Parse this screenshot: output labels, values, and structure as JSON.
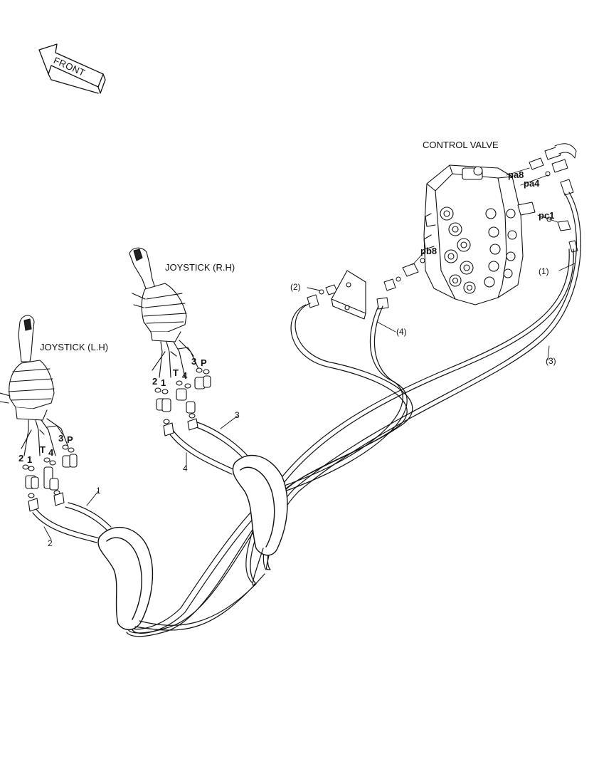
{
  "front_arrow": {
    "label": "FRONT"
  },
  "titles": {
    "control_valve": "CONTROL VALVE",
    "joystick_rh": "JOYSTICK (R.H)",
    "joystick_lh": "JOYSTICK (L.H)"
  },
  "ports": [
    "pa8",
    "pa4",
    "pc1",
    "pb8"
  ],
  "hose_callouts_valve": [
    "(1)",
    "(2)",
    "(3)",
    "(4)"
  ],
  "hose_callouts_joystick": [
    "1",
    "2",
    "3",
    "4"
  ],
  "pin_labels": {
    "rh": [
      "2",
      "1",
      "T",
      "4",
      "3",
      "P"
    ],
    "lh": [
      "2",
      "1",
      "T",
      "4",
      "3",
      "P"
    ]
  }
}
